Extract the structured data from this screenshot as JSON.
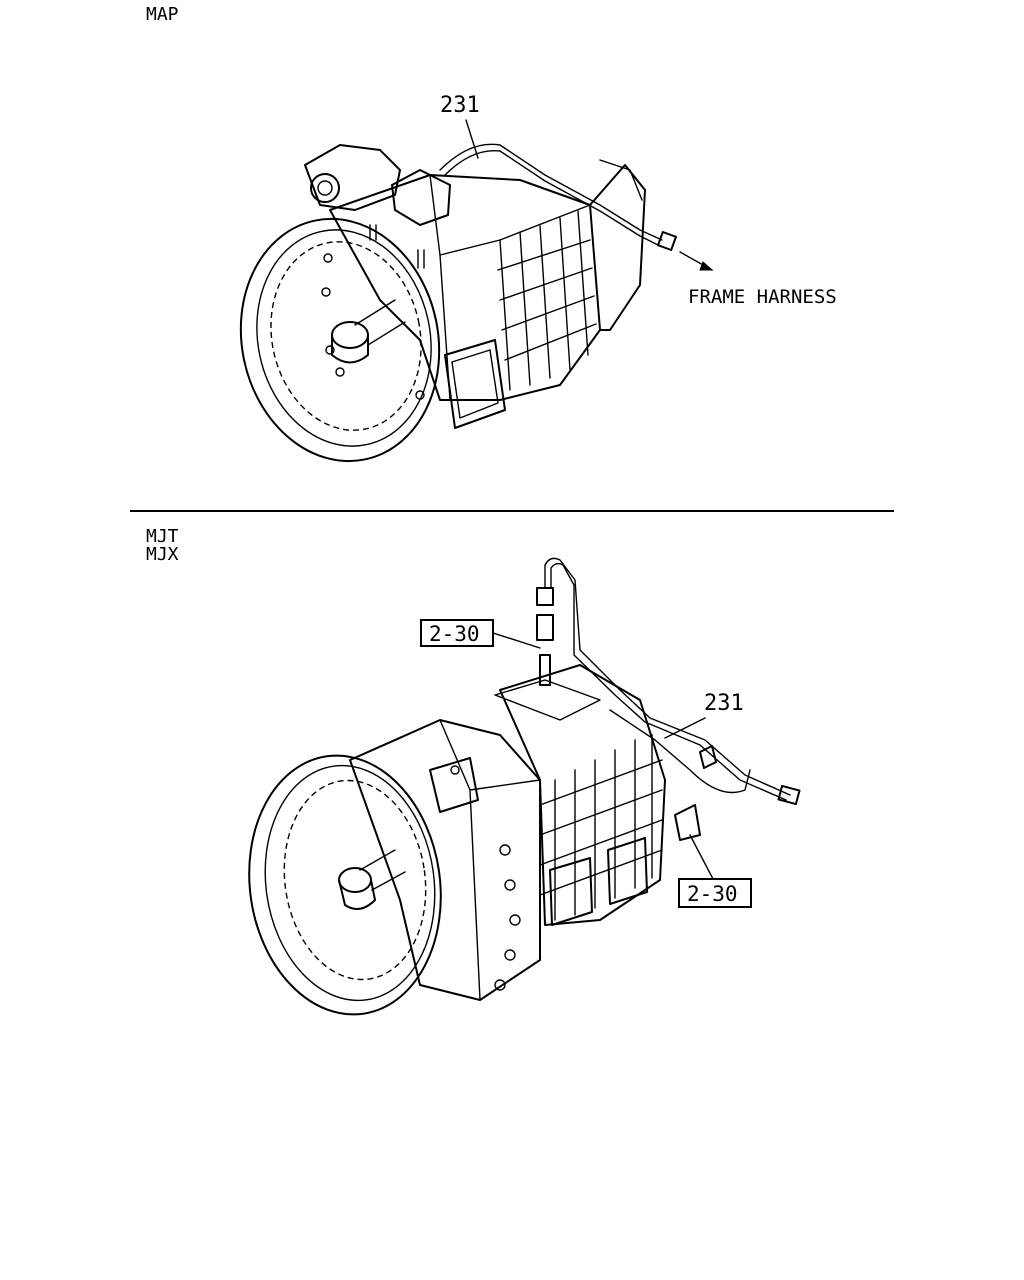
{
  "section_top": {
    "model_code": "MAP",
    "callouts": {
      "part_231": "231",
      "destination": "FRAME HARNESS"
    }
  },
  "section_bottom": {
    "model_codes": [
      "MJT",
      "MJX"
    ],
    "callouts": {
      "part_231": "231",
      "ref_upper": "2-30",
      "ref_lower": "2-30"
    }
  }
}
